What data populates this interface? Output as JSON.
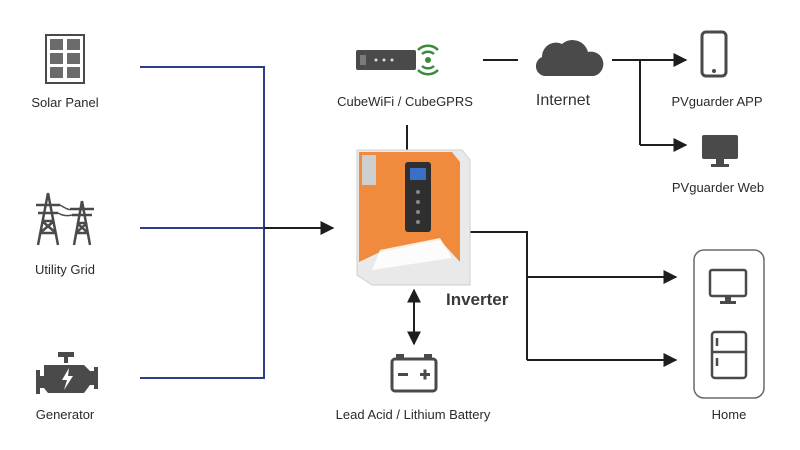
{
  "colors": {
    "line_blue": "#2c3e87",
    "line_dark": "#1e1e1e",
    "icon_gray": "#4a4a4a",
    "inverter_orange": "#f08a3c",
    "inverter_body": "#e6e6e6"
  },
  "nodes": {
    "solar_panel": {
      "label": "Solar Panel",
      "icon": "solar-panel-icon"
    },
    "utility_grid": {
      "label": "Utility Grid",
      "icon": "power-tower-icon"
    },
    "generator": {
      "label": "Generator",
      "icon": "engine-icon"
    },
    "cubewifi": {
      "label": "CubeWiFi / CubeGPRS",
      "icon": "wifi-dongle-icon"
    },
    "internet": {
      "label": "Internet",
      "icon": "cloud-icon"
    },
    "pvguarder_app": {
      "label": "PVguarder APP",
      "icon": "smartphone-icon"
    },
    "pvguarder_web": {
      "label": "PVguarder Web",
      "icon": "monitor-icon"
    },
    "inverter": {
      "label": "Inverter",
      "icon": "inverter-icon"
    },
    "battery": {
      "label": "Lead Acid / Lithium Battery",
      "icon": "battery-icon"
    },
    "home": {
      "label": "Home",
      "icon": "home-cabinet-icon"
    }
  }
}
